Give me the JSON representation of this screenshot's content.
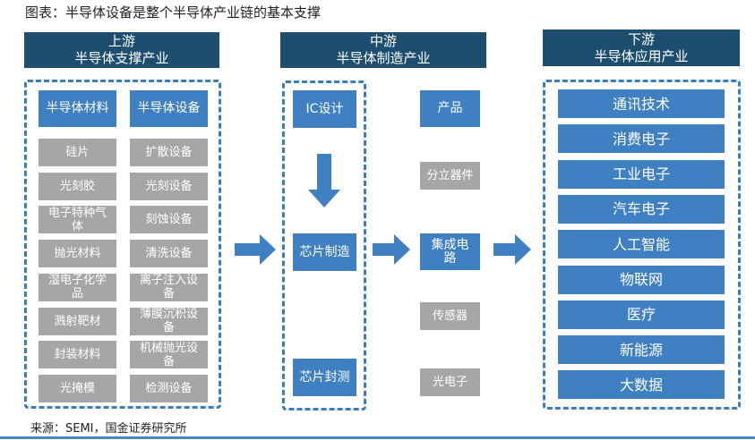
{
  "title": "图表：半导体设备是整个半导体产业链的基本支撑",
  "upstream": {
    "header_line1": "上游",
    "header_line2": "半导体支撑产业",
    "materials": {
      "label": "半导体材料",
      "items": [
        "硅片",
        "光刻胶",
        "电子特种气体",
        "抛光材料",
        "湿电子化学品",
        "溅射靶材",
        "封装材料",
        "光掩模"
      ]
    },
    "equipment": {
      "label": "半导体设备",
      "items": [
        "扩散设备",
        "光刻设备",
        "刻蚀设备",
        "清洗设备",
        "离子注入设备",
        "薄膜沉积设备",
        "机械抛光设备",
        "检测设备"
      ]
    }
  },
  "midstream": {
    "header_line1": "中游",
    "header_line2": "半导体制造产业",
    "process": [
      "IC设计",
      "芯片制造",
      "芯片封测"
    ],
    "products_label": "产品",
    "products": [
      "分立器件",
      "集成电路",
      "传感器",
      "光电子"
    ]
  },
  "downstream": {
    "header_line1": "下游",
    "header_line2": "半导体应用产业",
    "items": [
      "通讯技术",
      "消费电子",
      "工业电子",
      "汽车电子",
      "人工智能",
      "物联网",
      "医疗",
      "新能源",
      "大数据"
    ]
  },
  "source": "来源：SEMI，国金证券研究所",
  "colors": {
    "header": "#1d4e6f",
    "blue_box": "#3f80c3",
    "gray_box": "#a6a6a6",
    "dash": "#3d7bbf"
  }
}
